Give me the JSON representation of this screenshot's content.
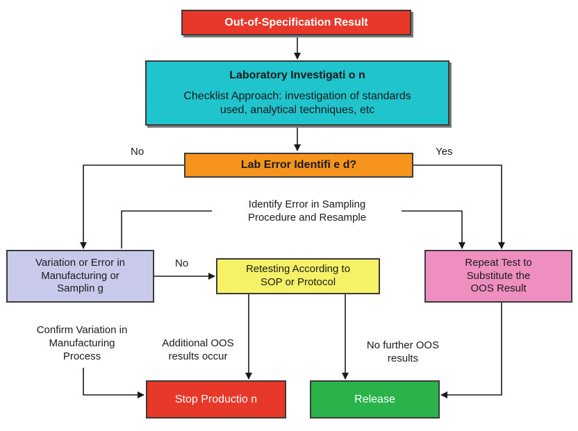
{
  "nodes": {
    "oos": {
      "label": "Out-of-Specification   Result",
      "color": "#e8382a"
    },
    "lab": {
      "title": "Laboratory Investigati o n",
      "body_line1": "Checklist Approach: investigation of standards",
      "body_line2": "used, analytical techniques, etc",
      "color": "#1fc4cc"
    },
    "lab_error": {
      "label": "Lab Error Identifi e d?",
      "color": "#f7941d"
    },
    "variation": {
      "line1": "Variation or Error in",
      "line2": "Manufacturing or",
      "line3": "Samplin g",
      "color": "#c9c9ec"
    },
    "retest": {
      "line1": "Retesting According to",
      "line2": "SOP or Protocol",
      "color": "#f5f267"
    },
    "repeat": {
      "line1": "Repeat Test to",
      "line2": "Substitute the",
      "line3": "OOS Result",
      "color": "#ef8fc0"
    },
    "stop": {
      "label": "Stop Productio n",
      "color": "#e8382a"
    },
    "release": {
      "label": "Release",
      "color": "#29b34a"
    }
  },
  "labels": {
    "no_left": "No",
    "yes_right": "Yes",
    "identify_line1": "Identify Error in Sampling",
    "identify_line2": "Procedure and Resample",
    "no_mid": "No",
    "confirm_line1": "Confirm Variation in",
    "confirm_line2": "Manufacturing",
    "confirm_line3": "Process",
    "additional_line1": "Additional OOS",
    "additional_line2": "results  occur",
    "nofurther_line1": "No further OOS",
    "nofurther_line2": "results"
  }
}
